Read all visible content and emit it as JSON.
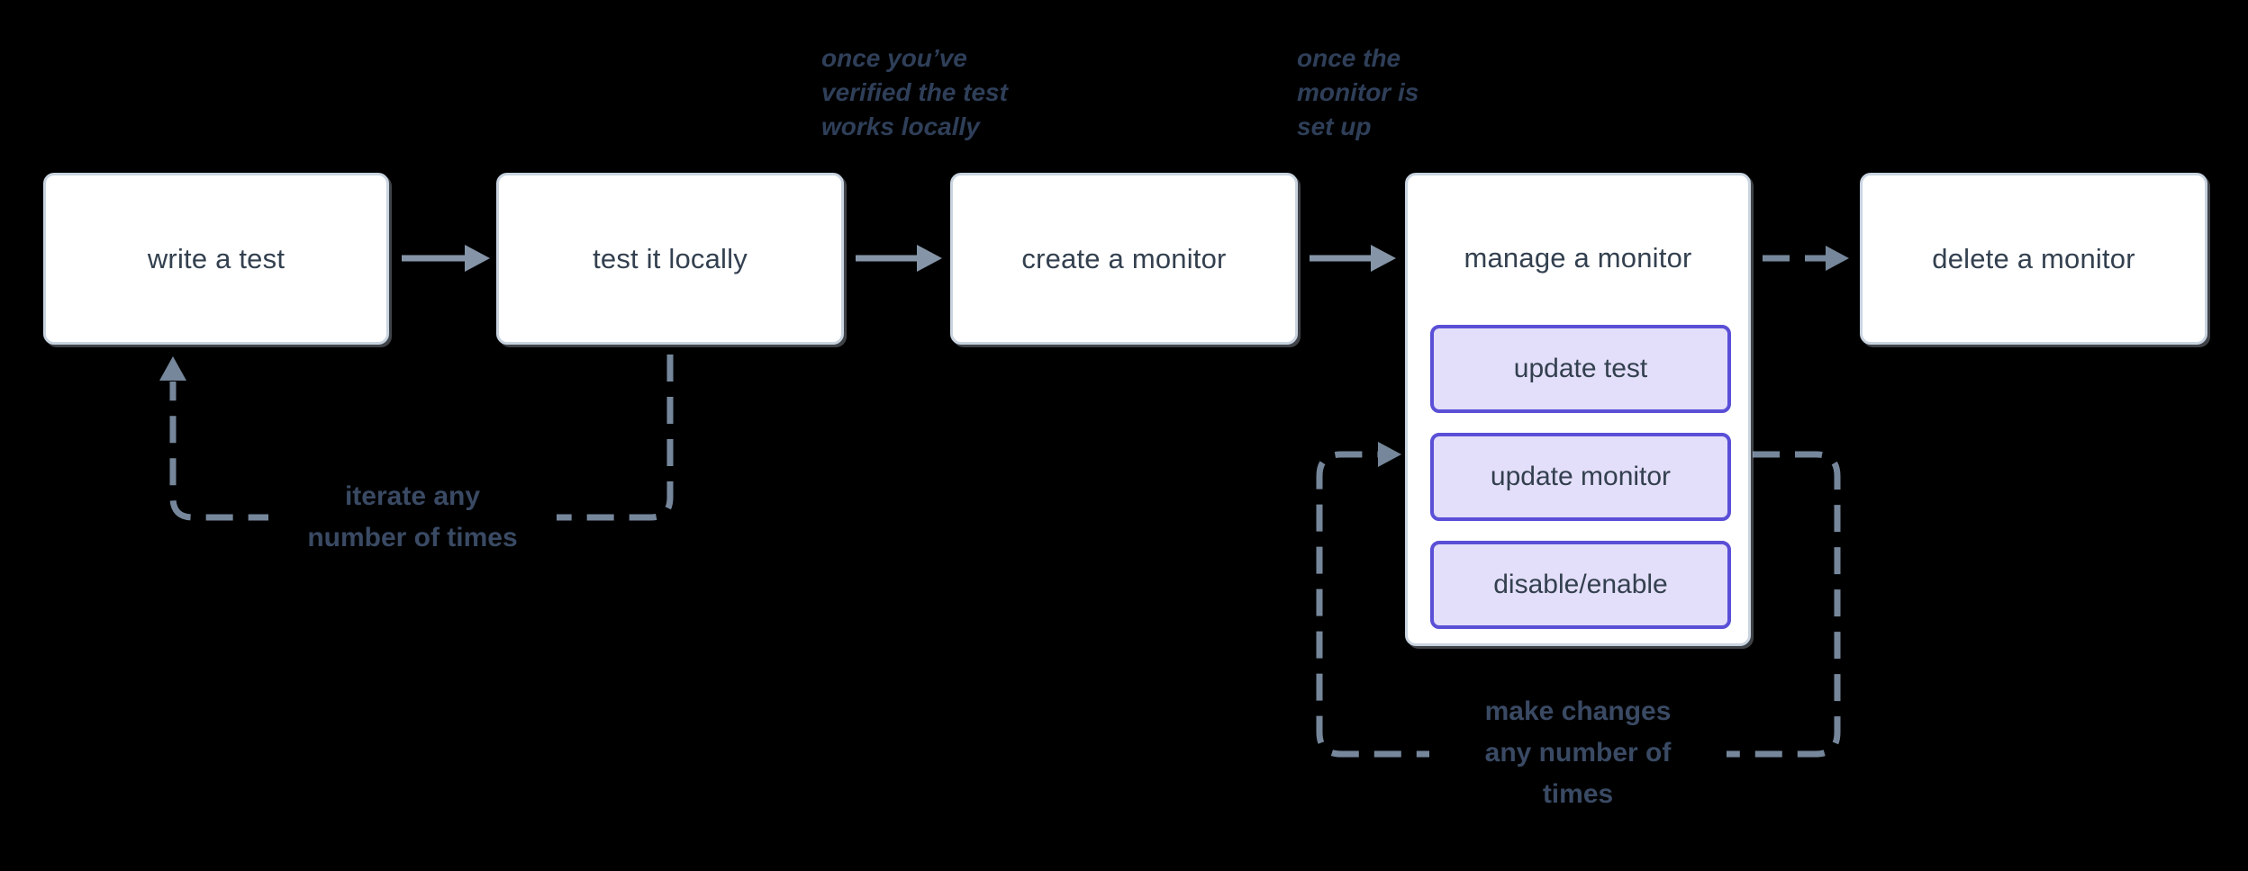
{
  "colors": {
    "bg": "#000000",
    "node_bg": "#ffffff",
    "node_border": "#c9d4e0",
    "node_text": "#33404f",
    "action_bg": "#e3def9",
    "action_border": "#5a4fd6",
    "connector": "#8595a7",
    "connector_dash": "#76879b",
    "note_text": "#2f3f59",
    "loop_text": "#3a4a64"
  },
  "nodes": [
    {
      "label": "write a test"
    },
    {
      "label": "test it locally"
    },
    {
      "label": "create a monitor"
    },
    {
      "label": "manage a monitor"
    },
    {
      "label": "delete a monitor"
    }
  ],
  "manage_actions": [
    {
      "label": "update test"
    },
    {
      "label": "update monitor"
    },
    {
      "label": "disable/enable"
    }
  ],
  "annotations": {
    "after_test_locally": "once you’ve\nverified the test\nworks locally",
    "after_create_monitor": "once the\nmonitor is\nset up"
  },
  "loop_labels": {
    "iterate": "iterate any\nnumber of times",
    "make_changes": "make changes\nany number of\ntimes"
  }
}
